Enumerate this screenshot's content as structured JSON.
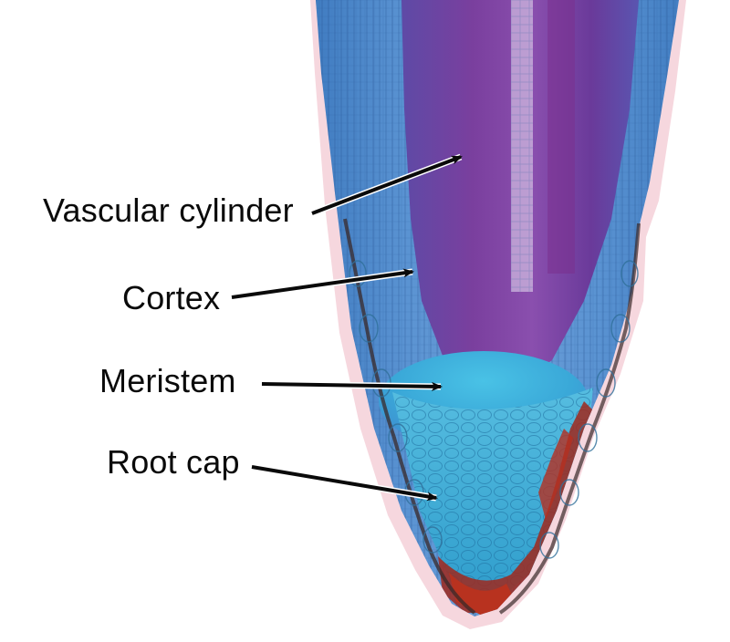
{
  "labels": {
    "vascular_cylinder": "Vascular cylinder",
    "cortex": "Cortex",
    "meristem": "Meristem",
    "root_cap": "Root cap"
  },
  "colors": {
    "background": "#ffffff",
    "label_text": "#0a0a0a",
    "arrow": "#0a0a0a",
    "cortex_blue": "#4a86c8",
    "vascular_purple": "#6a3a9a",
    "meristem_cyan": "#3ab0d6",
    "root_cap_red": "#a0281c"
  }
}
